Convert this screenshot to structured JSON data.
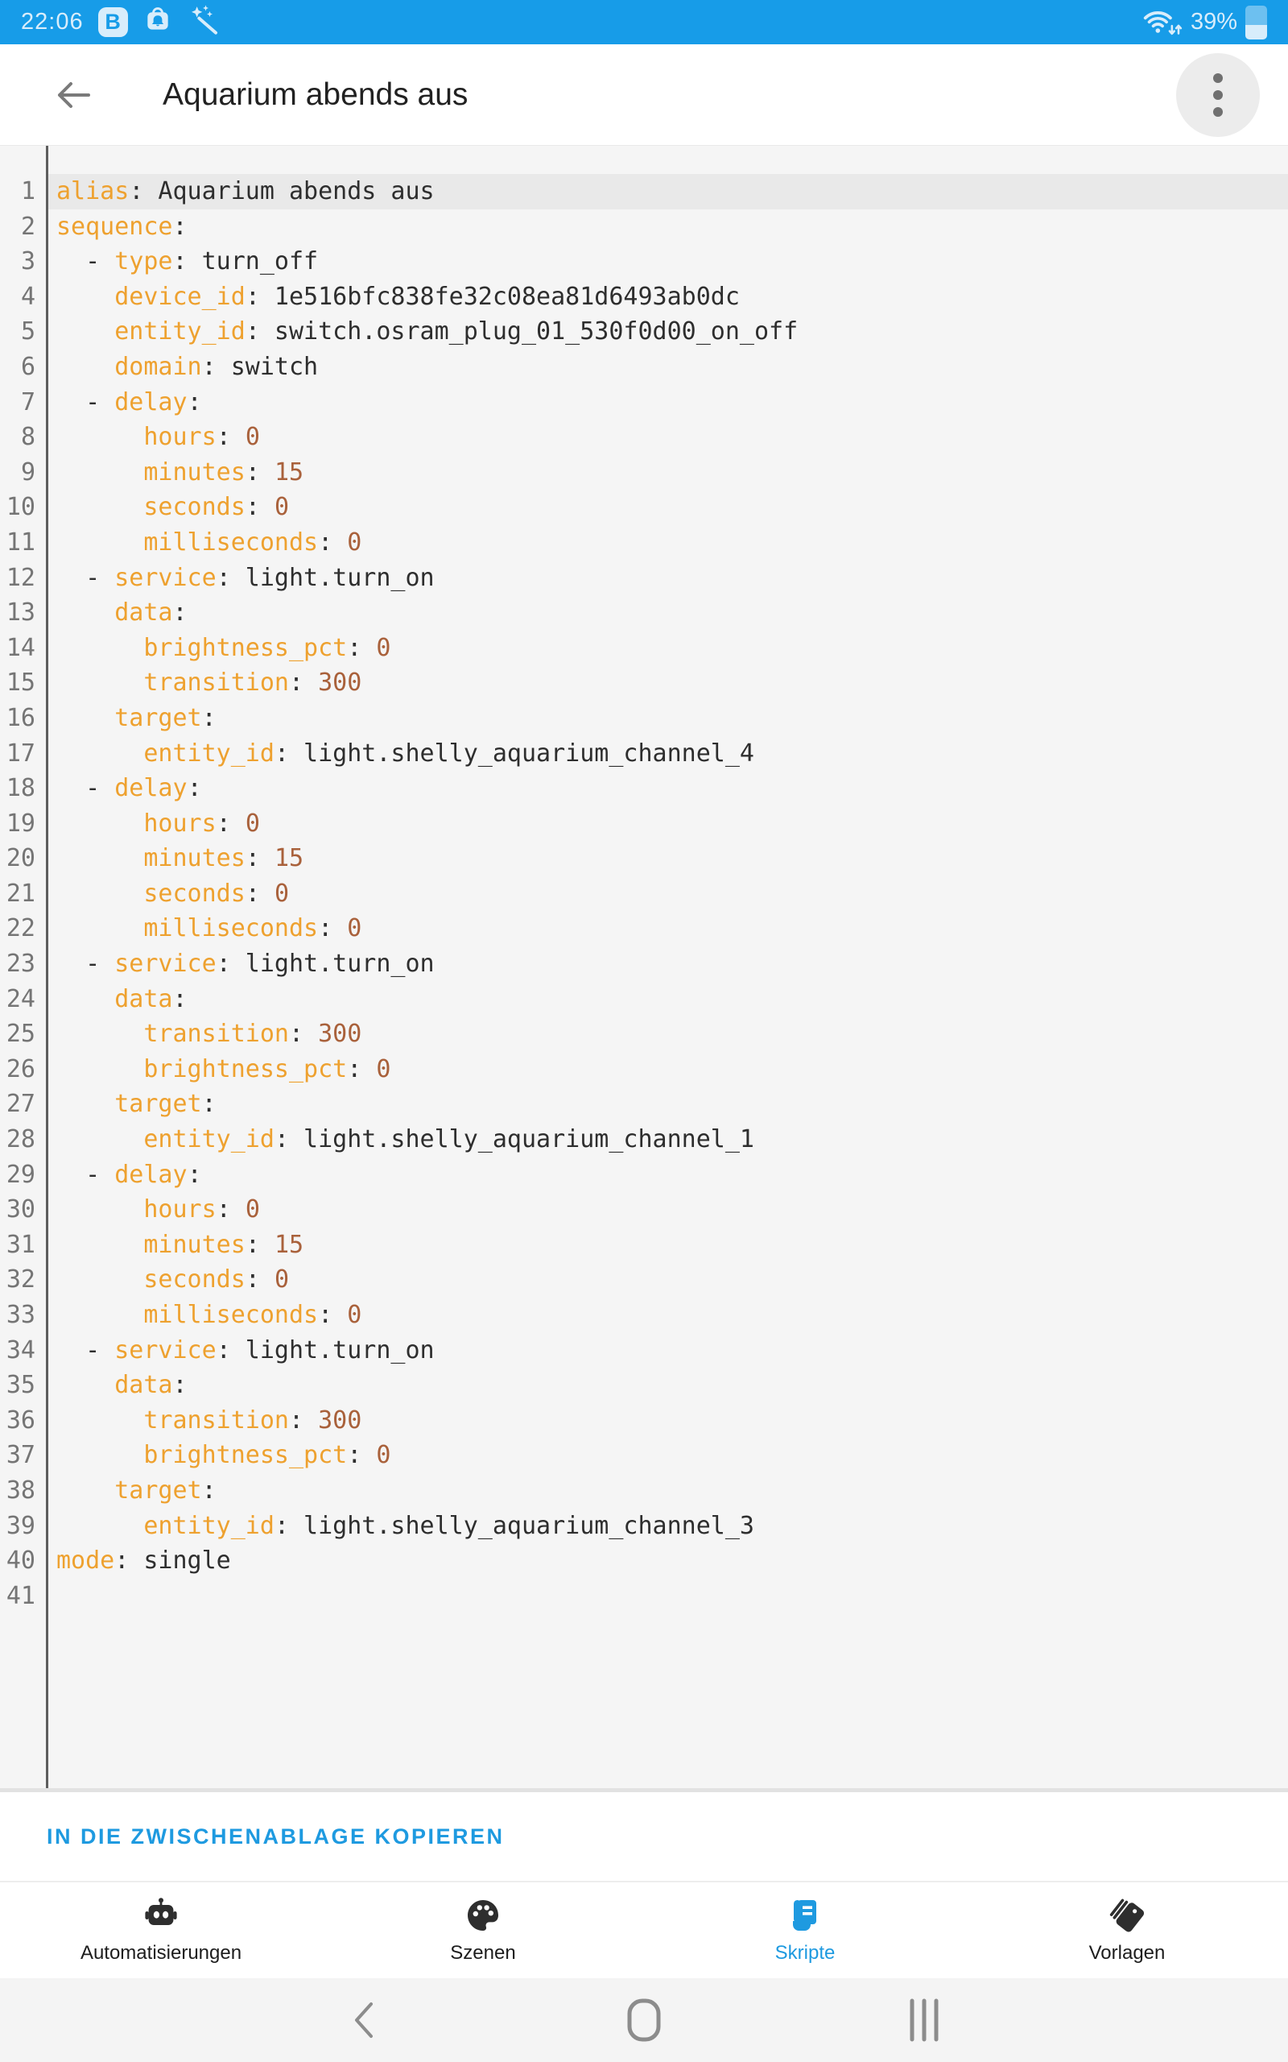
{
  "colors": {
    "status_bar_bg": "#179CE8",
    "status_bar_fg": "#D8EDFB",
    "accent_blue": "#1E9AE0",
    "key_orange": "#EEA12F",
    "number_brown": "#A9613B",
    "code_text": "#2E2E2E",
    "editor_bg": "#F5F5F5",
    "active_line_bg": "#E9E9E9",
    "gutter_text": "#757575",
    "gutter_border": "#5E5E5E",
    "nav_icon": "#2E2E2E",
    "nav_label": "#1D1D1D",
    "android_bar_bg": "#F4F4F4",
    "android_icon": "#8C8C8C"
  },
  "status_bar": {
    "time": "22:06",
    "battery_pct": "39%",
    "left_icons": [
      "b-app-icon",
      "bell-bag-icon",
      "magic-wand-icon"
    ],
    "right_icons": [
      "wifi-icon",
      "battery-icon"
    ],
    "b_app_letter": "B"
  },
  "app_bar": {
    "title": "Aquarium abends aus",
    "icons": [
      "back-arrow-icon",
      "kebab-menu-icon"
    ]
  },
  "editor": {
    "active_line": 1,
    "total_lines": 41,
    "lines": [
      {
        "n": 1,
        "t": [
          [
            "k",
            "alias"
          ],
          [
            "t",
            ": Aquarium abends aus"
          ]
        ]
      },
      {
        "n": 2,
        "t": [
          [
            "k",
            "sequence"
          ],
          [
            "t",
            ":"
          ]
        ]
      },
      {
        "n": 3,
        "t": [
          [
            "t",
            "  - "
          ],
          [
            "k",
            "type"
          ],
          [
            "t",
            ": turn_off"
          ]
        ]
      },
      {
        "n": 4,
        "t": [
          [
            "t",
            "    "
          ],
          [
            "k",
            "device_id"
          ],
          [
            "t",
            ": 1e516bfc838fe32c08ea81d6493ab0dc"
          ]
        ]
      },
      {
        "n": 5,
        "t": [
          [
            "t",
            "    "
          ],
          [
            "k",
            "entity_id"
          ],
          [
            "t",
            ": switch.osram_plug_01_530f0d00_on_off"
          ]
        ]
      },
      {
        "n": 6,
        "t": [
          [
            "t",
            "    "
          ],
          [
            "k",
            "domain"
          ],
          [
            "t",
            ": switch"
          ]
        ]
      },
      {
        "n": 7,
        "t": [
          [
            "t",
            "  - "
          ],
          [
            "k",
            "delay"
          ],
          [
            "t",
            ":"
          ]
        ]
      },
      {
        "n": 8,
        "t": [
          [
            "t",
            "      "
          ],
          [
            "k",
            "hours"
          ],
          [
            "t",
            ": "
          ],
          [
            "n",
            "0"
          ]
        ]
      },
      {
        "n": 9,
        "t": [
          [
            "t",
            "      "
          ],
          [
            "k",
            "minutes"
          ],
          [
            "t",
            ": "
          ],
          [
            "n",
            "15"
          ]
        ]
      },
      {
        "n": 10,
        "t": [
          [
            "t",
            "      "
          ],
          [
            "k",
            "seconds"
          ],
          [
            "t",
            ": "
          ],
          [
            "n",
            "0"
          ]
        ]
      },
      {
        "n": 11,
        "t": [
          [
            "t",
            "      "
          ],
          [
            "k",
            "milliseconds"
          ],
          [
            "t",
            ": "
          ],
          [
            "n",
            "0"
          ]
        ]
      },
      {
        "n": 12,
        "t": [
          [
            "t",
            "  - "
          ],
          [
            "k",
            "service"
          ],
          [
            "t",
            ": light.turn_on"
          ]
        ]
      },
      {
        "n": 13,
        "t": [
          [
            "t",
            "    "
          ],
          [
            "k",
            "data"
          ],
          [
            "t",
            ":"
          ]
        ]
      },
      {
        "n": 14,
        "t": [
          [
            "t",
            "      "
          ],
          [
            "k",
            "brightness_pct"
          ],
          [
            "t",
            ": "
          ],
          [
            "n",
            "0"
          ]
        ]
      },
      {
        "n": 15,
        "t": [
          [
            "t",
            "      "
          ],
          [
            "k",
            "transition"
          ],
          [
            "t",
            ": "
          ],
          [
            "n",
            "300"
          ]
        ]
      },
      {
        "n": 16,
        "t": [
          [
            "t",
            "    "
          ],
          [
            "k",
            "target"
          ],
          [
            "t",
            ":"
          ]
        ]
      },
      {
        "n": 17,
        "t": [
          [
            "t",
            "      "
          ],
          [
            "k",
            "entity_id"
          ],
          [
            "t",
            ": light.shelly_aquarium_channel_4"
          ]
        ]
      },
      {
        "n": 18,
        "t": [
          [
            "t",
            "  - "
          ],
          [
            "k",
            "delay"
          ],
          [
            "t",
            ":"
          ]
        ]
      },
      {
        "n": 19,
        "t": [
          [
            "t",
            "      "
          ],
          [
            "k",
            "hours"
          ],
          [
            "t",
            ": "
          ],
          [
            "n",
            "0"
          ]
        ]
      },
      {
        "n": 20,
        "t": [
          [
            "t",
            "      "
          ],
          [
            "k",
            "minutes"
          ],
          [
            "t",
            ": "
          ],
          [
            "n",
            "15"
          ]
        ]
      },
      {
        "n": 21,
        "t": [
          [
            "t",
            "      "
          ],
          [
            "k",
            "seconds"
          ],
          [
            "t",
            ": "
          ],
          [
            "n",
            "0"
          ]
        ]
      },
      {
        "n": 22,
        "t": [
          [
            "t",
            "      "
          ],
          [
            "k",
            "milliseconds"
          ],
          [
            "t",
            ": "
          ],
          [
            "n",
            "0"
          ]
        ]
      },
      {
        "n": 23,
        "t": [
          [
            "t",
            "  - "
          ],
          [
            "k",
            "service"
          ],
          [
            "t",
            ": light.turn_on"
          ]
        ]
      },
      {
        "n": 24,
        "t": [
          [
            "t",
            "    "
          ],
          [
            "k",
            "data"
          ],
          [
            "t",
            ":"
          ]
        ]
      },
      {
        "n": 25,
        "t": [
          [
            "t",
            "      "
          ],
          [
            "k",
            "transition"
          ],
          [
            "t",
            ": "
          ],
          [
            "n",
            "300"
          ]
        ]
      },
      {
        "n": 26,
        "t": [
          [
            "t",
            "      "
          ],
          [
            "k",
            "brightness_pct"
          ],
          [
            "t",
            ": "
          ],
          [
            "n",
            "0"
          ]
        ]
      },
      {
        "n": 27,
        "t": [
          [
            "t",
            "    "
          ],
          [
            "k",
            "target"
          ],
          [
            "t",
            ":"
          ]
        ]
      },
      {
        "n": 28,
        "t": [
          [
            "t",
            "      "
          ],
          [
            "k",
            "entity_id"
          ],
          [
            "t",
            ": light.shelly_aquarium_channel_1"
          ]
        ]
      },
      {
        "n": 29,
        "t": [
          [
            "t",
            "  - "
          ],
          [
            "k",
            "delay"
          ],
          [
            "t",
            ":"
          ]
        ]
      },
      {
        "n": 30,
        "t": [
          [
            "t",
            "      "
          ],
          [
            "k",
            "hours"
          ],
          [
            "t",
            ": "
          ],
          [
            "n",
            "0"
          ]
        ]
      },
      {
        "n": 31,
        "t": [
          [
            "t",
            "      "
          ],
          [
            "k",
            "minutes"
          ],
          [
            "t",
            ": "
          ],
          [
            "n",
            "15"
          ]
        ]
      },
      {
        "n": 32,
        "t": [
          [
            "t",
            "      "
          ],
          [
            "k",
            "seconds"
          ],
          [
            "t",
            ": "
          ],
          [
            "n",
            "0"
          ]
        ]
      },
      {
        "n": 33,
        "t": [
          [
            "t",
            "      "
          ],
          [
            "k",
            "milliseconds"
          ],
          [
            "t",
            ": "
          ],
          [
            "n",
            "0"
          ]
        ]
      },
      {
        "n": 34,
        "t": [
          [
            "t",
            "  - "
          ],
          [
            "k",
            "service"
          ],
          [
            "t",
            ": light.turn_on"
          ]
        ]
      },
      {
        "n": 35,
        "t": [
          [
            "t",
            "    "
          ],
          [
            "k",
            "data"
          ],
          [
            "t",
            ":"
          ]
        ]
      },
      {
        "n": 36,
        "t": [
          [
            "t",
            "      "
          ],
          [
            "k",
            "transition"
          ],
          [
            "t",
            ": "
          ],
          [
            "n",
            "300"
          ]
        ]
      },
      {
        "n": 37,
        "t": [
          [
            "t",
            "      "
          ],
          [
            "k",
            "brightness_pct"
          ],
          [
            "t",
            ": "
          ],
          [
            "n",
            "0"
          ]
        ]
      },
      {
        "n": 38,
        "t": [
          [
            "t",
            "    "
          ],
          [
            "k",
            "target"
          ],
          [
            "t",
            ":"
          ]
        ]
      },
      {
        "n": 39,
        "t": [
          [
            "t",
            "      "
          ],
          [
            "k",
            "entity_id"
          ],
          [
            "t",
            ": light.shelly_aquarium_channel_3"
          ]
        ]
      },
      {
        "n": 40,
        "t": [
          [
            "k",
            "mode"
          ],
          [
            "t",
            ": single"
          ]
        ]
      },
      {
        "n": 41,
        "t": []
      }
    ]
  },
  "copy_button": {
    "label": "IN DIE ZWISCHENABLAGE KOPIEREN"
  },
  "bottom_nav": {
    "items": [
      {
        "label": "Automatisierungen",
        "icon": "robot-icon",
        "active": false
      },
      {
        "label": "Szenen",
        "icon": "palette-icon",
        "active": false
      },
      {
        "label": "Skripte",
        "icon": "script-icon",
        "active": true
      },
      {
        "label": "Vorlagen",
        "icon": "tag-icon",
        "active": false
      }
    ]
  },
  "android_nav": {
    "icons": [
      "back-chevron-icon",
      "home-button-icon",
      "recents-icon"
    ]
  }
}
